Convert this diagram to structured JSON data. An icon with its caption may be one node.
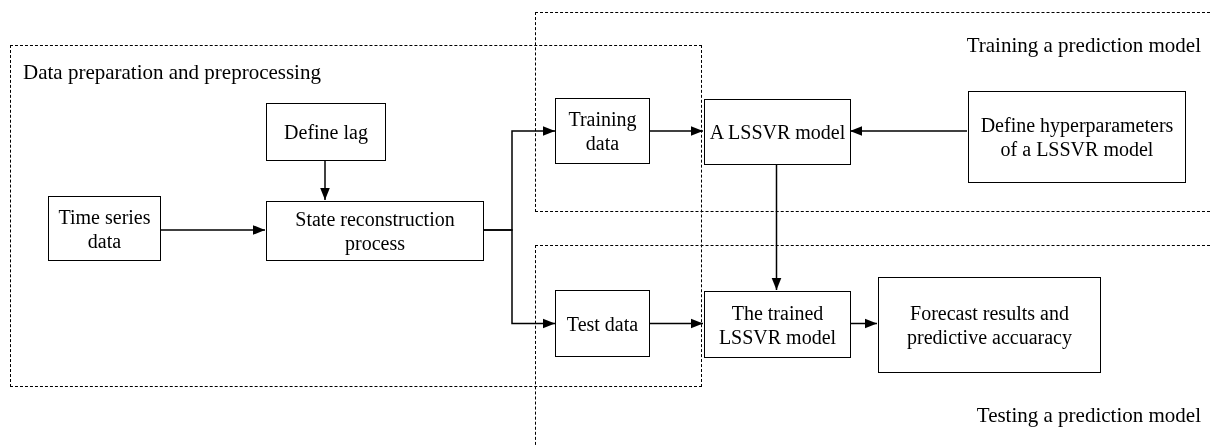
{
  "diagram": {
    "nodes": [
      {
        "text": [
          "Data preparation and preprocessing"
        ]
      },
      {
        "text": [
          "Time series data"
        ],
        "in": 0
      },
      {
        "text": [
          "Define lag"
        ],
        "in": 0
      },
      {
        "text": [
          "State reconstruction process"
        ],
        "in": 0
      },
      {
        "text": [
          "Training a prediction model"
        ]
      },
      {
        "text": [
          "Training data"
        ]
      },
      {
        "text": [
          "A LSSVR model"
        ],
        "in": 4
      },
      {
        "text": [
          "Define hyperparameters of a LSSVR model"
        ],
        "in": 4
      },
      {
        "text": [
          "Testing a prediction model"
        ]
      },
      {
        "text": [
          "Test data"
        ]
      },
      {
        "text": [
          "The trained LSSVR model"
        ],
        "in": 8
      },
      {
        "text": [
          "Forecast results and predictive accuaracy"
        ],
        "in": 8
      }
    ],
    "edges": [
      {
        "from": 1,
        "to": 3,
        "arrow": "to"
      },
      {
        "from": 2,
        "to": 3,
        "arrow": "to"
      },
      {
        "from": 3,
        "to": 5,
        "arrow": "to"
      },
      {
        "from": 3,
        "to": 9,
        "arrow": "to"
      },
      {
        "from": 5,
        "to": 6,
        "arrow": "to"
      },
      {
        "from": 7,
        "to": 6,
        "arrow": "to"
      },
      {
        "from": 6,
        "to": 10,
        "arrow": "to"
      },
      {
        "from": 9,
        "to": 10,
        "arrow": "to"
      },
      {
        "from": 10,
        "to": 11,
        "arrow": "to"
      }
    ]
  }
}
